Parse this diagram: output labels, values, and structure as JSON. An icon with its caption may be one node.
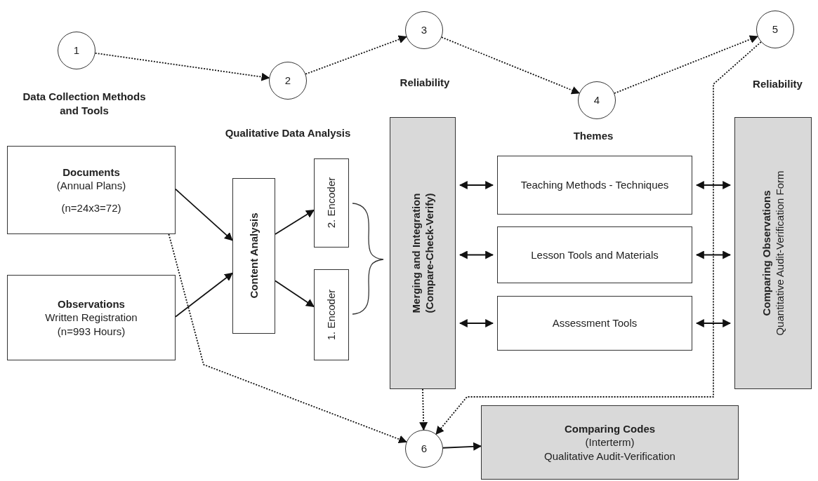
{
  "diagram": {
    "nodes": [
      {
        "text": [
          "1"
        ]
      },
      {
        "text": [
          "2"
        ]
      },
      {
        "text": [
          "3"
        ]
      },
      {
        "text": [
          "4"
        ]
      },
      {
        "text": [
          "5"
        ]
      },
      {
        "text": [
          "Documents",
          "(Annual Plans)",
          "(n=24x3=72)"
        ]
      },
      {
        "text": [
          "Observations",
          "Written Registration",
          "(n=993 Hours)"
        ]
      },
      {
        "text": [
          "Content Analysis"
        ]
      },
      {
        "text": [
          "2. Encoder"
        ]
      },
      {
        "text": [
          "1. Encoder"
        ]
      },
      {
        "text": [
          "Merging and Integration (Compare-Check-Verify)"
        ]
      },
      {
        "text": [
          "Teaching Methods - Techniques"
        ]
      },
      {
        "text": [
          "Lesson Tools and Materials"
        ]
      },
      {
        "text": [
          "Assessment Tools"
        ]
      },
      {
        "text": [
          "Comparing Observations",
          "Quantitative Audit-Verification Form"
        ]
      },
      {
        "text": [
          "6"
        ]
      },
      {
        "text": [
          "Comparing Codes",
          "(Interterm)",
          "Qualitative Audit-Verification"
        ]
      }
    ],
    "edges": [
      {
        "from": 0,
        "to": 1,
        "arrow": "to",
        "style": "dashed"
      },
      {
        "from": 1,
        "to": 2,
        "arrow": "to",
        "style": "dashed"
      },
      {
        "from": 2,
        "to": 3,
        "arrow": "to",
        "style": "dashed"
      },
      {
        "from": 3,
        "to": 4,
        "arrow": "to",
        "style": "dashed"
      },
      {
        "from": 4,
        "to": 15,
        "arrow": "to",
        "style": "dashed"
      },
      {
        "from": 5,
        "to": 15,
        "arrow": "to",
        "style": "dashed"
      },
      {
        "from": 10,
        "to": 15,
        "arrow": "to",
        "style": "dashed"
      },
      {
        "from": 5,
        "to": 7,
        "arrow": "to"
      },
      {
        "from": 6,
        "to": 7,
        "arrow": "to"
      },
      {
        "from": 7,
        "to": 8,
        "arrow": "to"
      },
      {
        "from": 7,
        "to": 9,
        "arrow": "to"
      },
      {
        "from": 10,
        "to": 11,
        "arrow": "both"
      },
      {
        "from": 10,
        "to": 12,
        "arrow": "both"
      },
      {
        "from": 10,
        "to": 13,
        "arrow": "both"
      },
      {
        "from": 11,
        "to": 14,
        "arrow": "both"
      },
      {
        "from": 12,
        "to": 14,
        "arrow": "both"
      },
      {
        "from": 13,
        "to": 14,
        "arrow": "both"
      },
      {
        "from": 15,
        "to": 16,
        "arrow": "to"
      }
    ],
    "labels": [
      "Data Collection Methods and Tools",
      "Qualitative Data Analysis",
      "Reliability",
      "Themes",
      "Reliability"
    ]
  }
}
